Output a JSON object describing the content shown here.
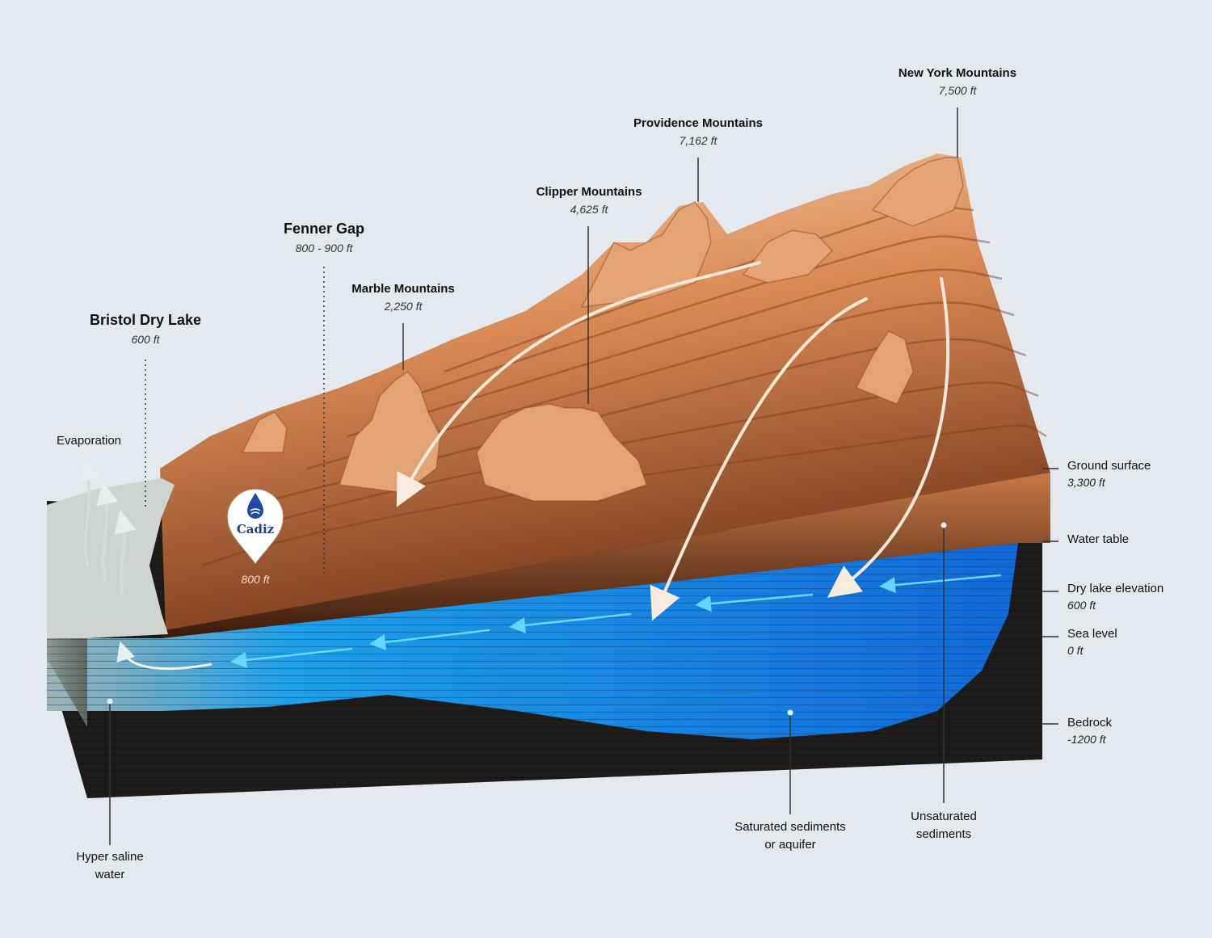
{
  "labels": {
    "bristol": {
      "name": "Bristol Dry Lake",
      "elev": "600 ft"
    },
    "fenner": {
      "name": "Fenner Gap",
      "elev": "800 - 900 ft"
    },
    "marble": {
      "name": "Marble Mountains",
      "elev": "2,250 ft"
    },
    "clipper": {
      "name": "Clipper Mountains",
      "elev": "4,625 ft"
    },
    "providence": {
      "name": "Providence Mountains",
      "elev": "7,162 ft"
    },
    "newyork": {
      "name": "New York Mountains",
      "elev": "7,500 ft"
    },
    "evaporation": "Evaporation",
    "cadiz": {
      "name": "Cadiz",
      "elev": "800 ft"
    }
  },
  "right_labels": {
    "ground": {
      "name": "Ground surface",
      "elev": "3,300 ft"
    },
    "water_table": {
      "name": "Water table"
    },
    "dry_lake": {
      "name": "Dry lake elevation",
      "elev": "600 ft"
    },
    "sea_level": {
      "name": "Sea level",
      "elev": "0 ft"
    },
    "bedrock": {
      "name": "Bedrock",
      "elev": "-1200 ft"
    }
  },
  "bottom_labels": {
    "hyper": [
      "Hyper saline",
      "water"
    ],
    "saturated": [
      "Saturated sediments",
      "or aquifer"
    ],
    "unsaturated": [
      "Unsaturated",
      "sediments"
    ]
  },
  "colors": {
    "background": "#e3e9ef",
    "terrain_light": "#f0b98a",
    "terrain_dark": "#6e3418",
    "aquifer": "#1a9be8",
    "bedrock": "#1d1b1a",
    "salt_flat": "#c9cfcb",
    "flow_arrow": "#5fd0f5"
  }
}
